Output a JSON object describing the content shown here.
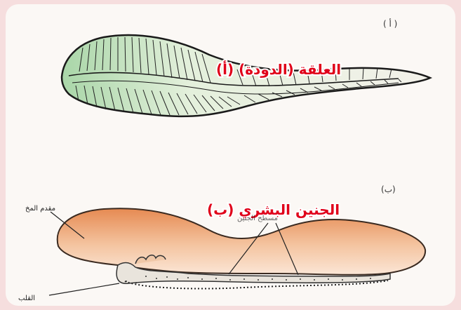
{
  "figure": {
    "panel_a": {
      "marker": "( أ )",
      "title": "(أ) العلقة (الدودة)"
    },
    "panel_b": {
      "marker": "(ب)",
      "title": "(ب) الجنين البشري",
      "labels": {
        "forebrain": "مقدم المخ",
        "heart": "القلب",
        "somites": "مسطح الجنين"
      }
    }
  }
}
